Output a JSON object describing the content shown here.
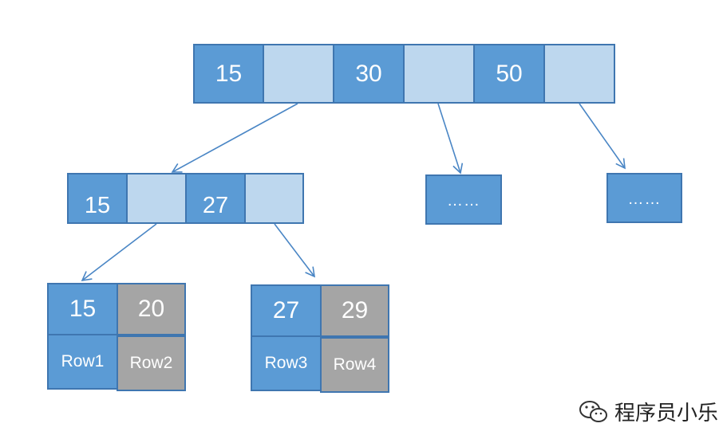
{
  "root": {
    "keys": [
      "15",
      "30",
      "50"
    ]
  },
  "level2": {
    "keys": [
      "15",
      "27"
    ],
    "placeholder_left": "……",
    "placeholder_right": "……"
  },
  "leaf1": {
    "keys": [
      "15",
      "20"
    ],
    "rows": [
      "Row1",
      "Row2"
    ]
  },
  "leaf2": {
    "keys": [
      "27",
      "29"
    ],
    "rows": [
      "Row3",
      "Row4"
    ]
  },
  "watermark": "程序员小乐",
  "colors": {
    "key": "#5b9bd5",
    "pointer": "#bdd7ee",
    "row": "#a5a5a5",
    "border": "#3f76b0"
  }
}
